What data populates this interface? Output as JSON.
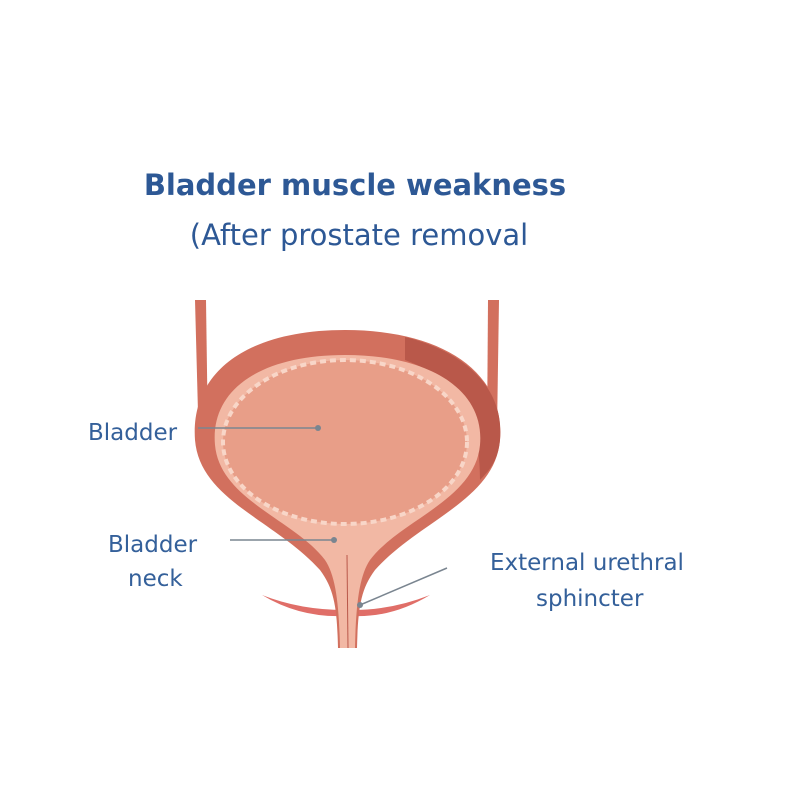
{
  "title": "Bladder muscle weakness",
  "subtitle": "(After prostate removal",
  "labels": {
    "bladder": "Bladder",
    "bladder_neck_line1": "Bladder",
    "bladder_neck_line2": "neck",
    "sphincter_line1": "External urethral",
    "sphincter_line2": "sphincter"
  },
  "colors": {
    "text": "#2d5895",
    "wall": "#d2705e",
    "wall_dark": "#b9584a",
    "lumen": "#e8a08a",
    "lining": "#f4c2b0",
    "leader": "#7a8590"
  }
}
